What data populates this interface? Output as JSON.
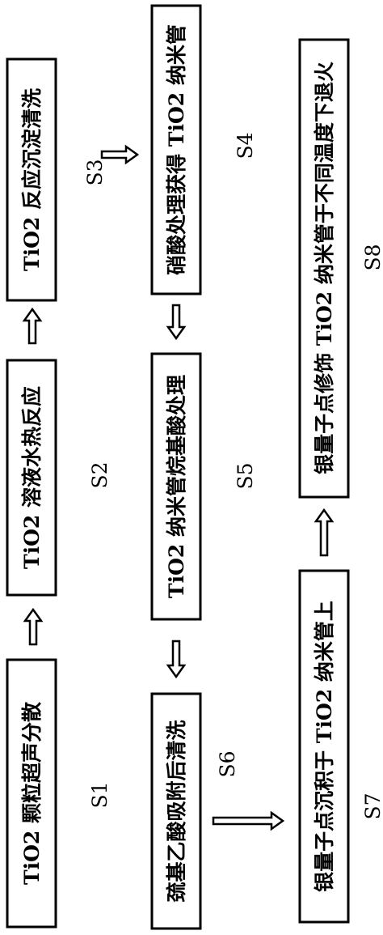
{
  "diagram": {
    "nodes": [
      {
        "id": "S1-box",
        "text": "TiO2 颗粒超声分散",
        "step": "S1"
      },
      {
        "id": "S2-box",
        "text": "TiO2 溶液水热反应",
        "step": "S2"
      },
      {
        "id": "S3-box",
        "text": "TiO2 反应沉淀清洗",
        "step": "S3"
      },
      {
        "id": "S4-box",
        "text": "硝酸处理获得 TiO2 纳米管",
        "step": "S4"
      },
      {
        "id": "S5-box",
        "text": "TiO2 纳米管烷基酸处理",
        "step": "S5"
      },
      {
        "id": "S6-box",
        "text": "巯基乙酸吸附后清洗",
        "step": "S6"
      },
      {
        "id": "S7-box",
        "text": "银量子点沉积于 TiO2 纳米管上",
        "step": "S7"
      },
      {
        "id": "S8-box",
        "text": "银量子点修饰 TiO2 纳米管于不同温度下退火",
        "step": "S8"
      }
    ],
    "edges": [
      {
        "from": "S1-box",
        "to": "S2-box"
      },
      {
        "from": "S2-box",
        "to": "S3-box"
      },
      {
        "from": "S3-box",
        "to": "S4-box"
      },
      {
        "from": "S4-box",
        "to": "S5-box"
      },
      {
        "from": "S5-box",
        "to": "S6-box"
      },
      {
        "from": "S6-box",
        "to": "S7-box"
      },
      {
        "from": "S7-box",
        "to": "S8-box"
      }
    ]
  }
}
